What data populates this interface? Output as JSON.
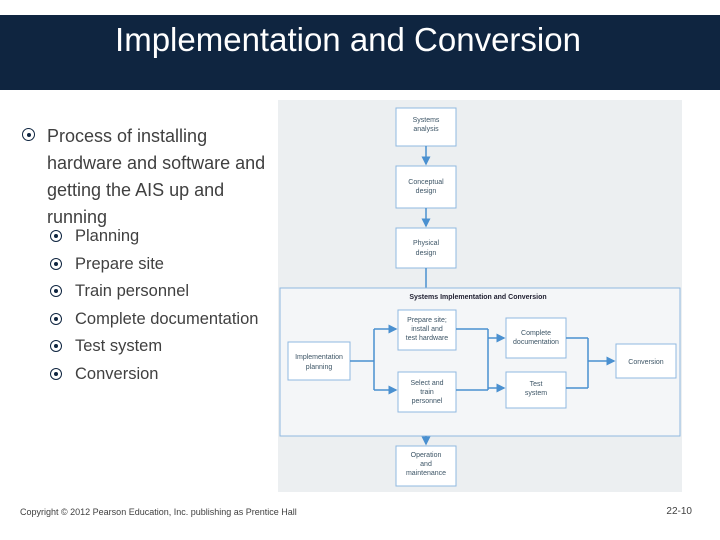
{
  "slide": {
    "title": "Implementation and Conversion",
    "main_bullet": "Process of installing hardware and software and getting the AIS up and running",
    "sub_bullets": [
      "Planning",
      "Prepare site",
      "Train personnel",
      "Complete documentation",
      "Test system",
      "Conversion"
    ],
    "footer": "Copyright © 2012 Pearson Education, Inc. publishing as Prentice Hall",
    "page_number": "22-10"
  },
  "diagram": {
    "box_systems_analysis": [
      "Systems",
      "analysis"
    ],
    "box_conceptual_design": [
      "Conceptual",
      "design"
    ],
    "box_physical_design": [
      "Physical",
      "design"
    ],
    "section_title": "Systems Implementation and Conversion",
    "box_implementation_planning": [
      "Implementation",
      "planning"
    ],
    "box_prepare_site": [
      "Prepare site;",
      "install and",
      "test hardware"
    ],
    "box_select_train": [
      "Select and",
      "train",
      "personnel"
    ],
    "box_complete_doc": [
      "Complete",
      "documentation"
    ],
    "box_test_system": [
      "Test",
      "system"
    ],
    "box_conversion": [
      "Conversion"
    ],
    "box_operation": [
      "Operation",
      "and",
      "maintenance"
    ]
  },
  "colors": {
    "title_bar": "#0f2540",
    "arrow": "#4a90d0",
    "box_border": "#8fb8e0",
    "diagram_bg": "#eceff1"
  }
}
